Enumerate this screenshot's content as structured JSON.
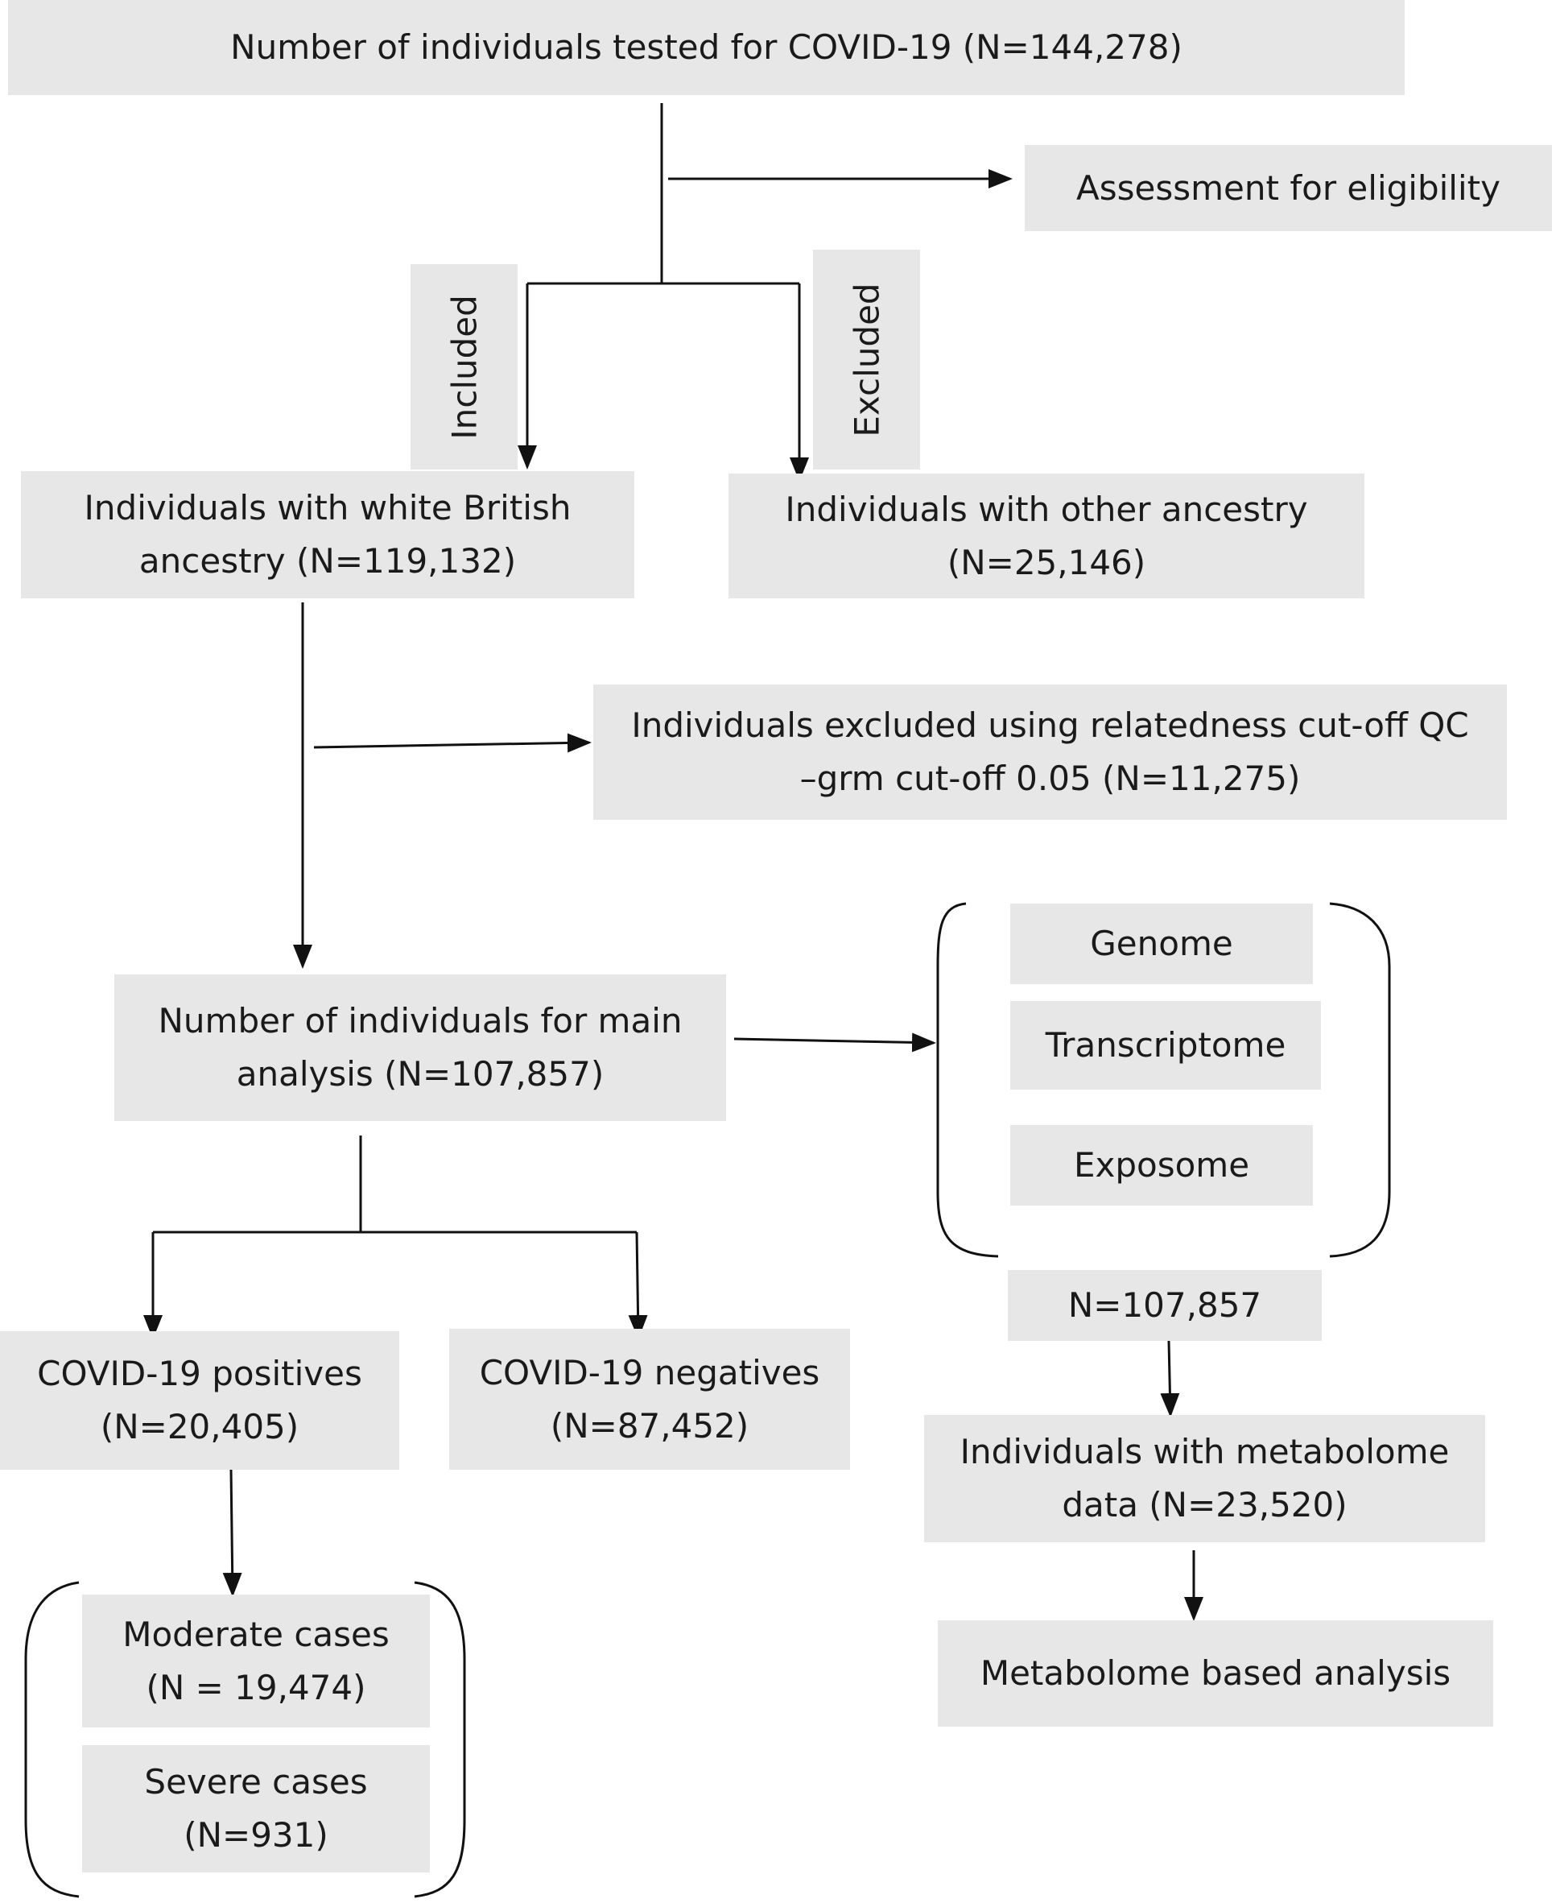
{
  "boxes": {
    "tested": "Number of individuals tested for COVID-19 (N=144,278)",
    "eligibility": "Assessment for eligibility",
    "included_label": "Included",
    "excluded_label": "Excluded",
    "white_british": [
      "Individuals with white British",
      "ancestry (N=119,132)"
    ],
    "other_ancestry": [
      "Individuals with other ancestry",
      "(N=25,146)"
    ],
    "relatedness": [
      "Individuals excluded using relatedness cut-off QC",
      "–grm cut-off 0.05 (N=11,275)"
    ],
    "main_analysis": [
      "Number of individuals for main",
      "analysis (N=107,857)"
    ],
    "genome": "Genome",
    "transcriptome": "Transcriptome",
    "exposome": "Exposome",
    "omics_n": "N=107,857",
    "metabolome_data": [
      "Individuals with metabolome",
      "data (N=23,520)"
    ],
    "metabolome_analysis": "Metabolome based analysis",
    "positives": [
      "COVID-19 positives",
      "(N=20,405)"
    ],
    "negatives": [
      "COVID-19 negatives",
      "(N=87,452)"
    ],
    "moderate": [
      "Moderate cases",
      "(N = 19,474)"
    ],
    "severe": [
      "Severe cases",
      "(N=931)"
    ]
  }
}
